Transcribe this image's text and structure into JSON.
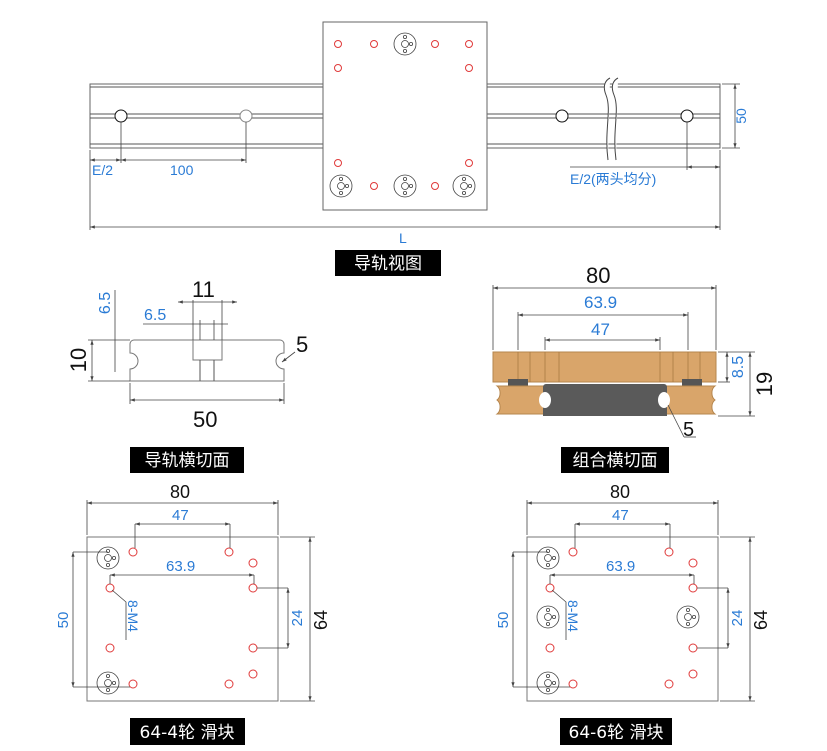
{
  "rail_view": {
    "caption": "导轨视图",
    "dim_end": "E/2",
    "dim_pitch": "100",
    "dim_end_right": "E/2(两头均分)",
    "dim_length": "L",
    "dim_height": "50"
  },
  "rail_section": {
    "caption": "导轨横切面",
    "dim_slot": "11",
    "dim_slot_inner": "6.5",
    "dim_slot_depth": "6.5",
    "dim_thickness": "10",
    "dim_groove": "5",
    "dim_width": "50"
  },
  "combined_section": {
    "caption": "组合横切面",
    "dim_width": "80",
    "dim_hole_span": "63.9",
    "dim_inner_span": "47",
    "dim_plate": "8.5",
    "dim_height": "19",
    "dim_groove": "5"
  },
  "slider_4": {
    "caption": "64-4轮 滑块",
    "dim_width": "80",
    "dim_top_span": "47",
    "dim_mid_span": "63.9",
    "dim_wheel_span": "50",
    "dim_height": "64",
    "dim_vert_span": "24",
    "hole_spec": "8-M4"
  },
  "slider_6": {
    "caption": "64-6轮 滑块",
    "dim_width": "80",
    "dim_top_span": "47",
    "dim_mid_span": "63.9",
    "dim_wheel_span": "50",
    "dim_height": "64",
    "dim_vert_span": "24",
    "hole_spec": "8-M4"
  },
  "colors": {
    "dimension_text": "#2a7bd5",
    "mount_holes": "#e03a3a",
    "wheel_block": "#d9a56a",
    "rail_section": "#5a5a5a"
  }
}
